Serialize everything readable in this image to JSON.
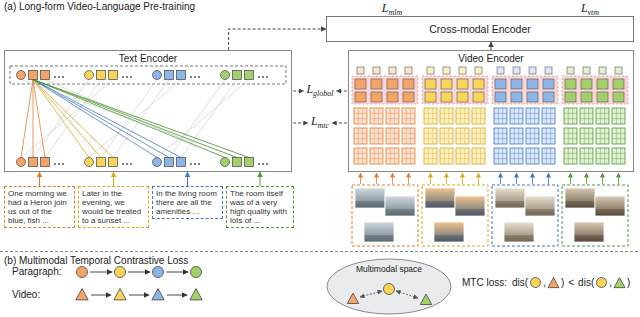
{
  "diagram": {
    "nodes": [
      {
        "text": [
          "Cross-modal Encoder"
        ]
      },
      {
        "text": [
          "Text Encoder"
        ]
      },
      {
        "text": [
          "Video Encoder"
        ]
      },
      {
        "text": [
          "One morning we had a Heron join us out of the blue, fish ..."
        ]
      },
      {
        "text": [
          "Later in the evening, we would be treated to a sunset ..."
        ]
      },
      {
        "text": [
          "In the living room there are all the amenities ..."
        ]
      },
      {
        "text": [
          "The room itself was of a very high quality with lots of ..."
        ]
      },
      {
        "text": [
          "Multimodal space"
        ]
      }
    ],
    "edges": [
      {
        "from": 1,
        "to": 0,
        "arrow": "to"
      },
      {
        "from": 2,
        "to": 0,
        "arrow": "to"
      },
      {
        "from": 3,
        "to": 1,
        "arrow": "to"
      },
      {
        "from": 4,
        "to": 1,
        "arrow": "to"
      },
      {
        "from": 5,
        "to": 1,
        "arrow": "to"
      },
      {
        "from": 6,
        "to": 1,
        "arrow": "to"
      }
    ],
    "labels": [
      "(a) Long-form Video-Language Pre-training",
      "L",
      "mlm",
      "L",
      "vtm",
      "L",
      "global",
      "L",
      "mtc",
      "(b) Multimodal Temporal Contrastive Loss",
      "Paragraph:",
      "Video:",
      "MTC loss:",
      "dis(",
      ",",
      ")",
      "<",
      "dis(",
      ",",
      ")"
    ]
  }
}
